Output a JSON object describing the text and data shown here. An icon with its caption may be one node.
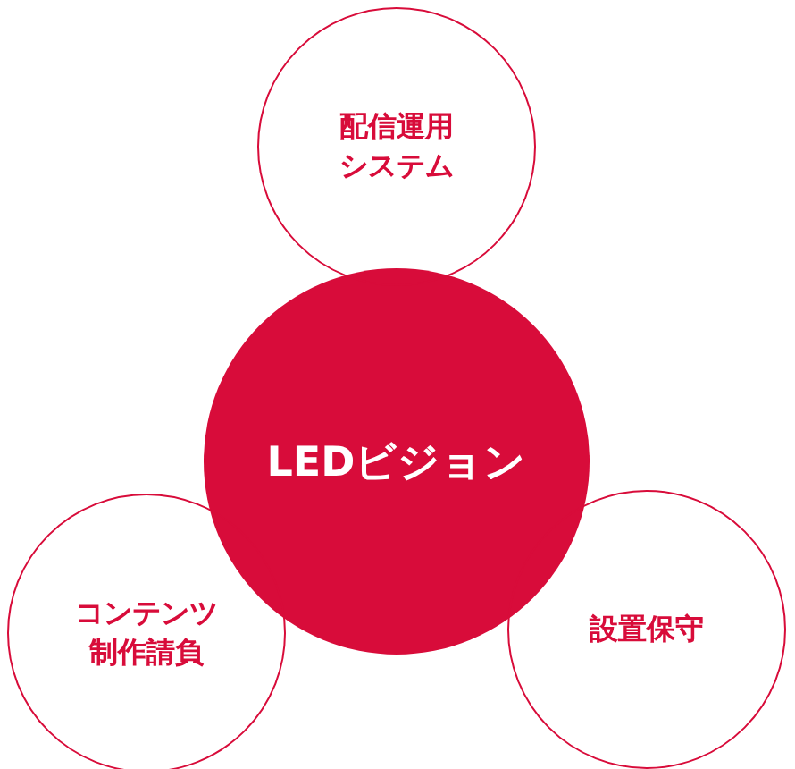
{
  "diagram": {
    "nodes": [
      {
        "text": [
          "配信運用システム"
        ]
      },
      {
        "text": [
          "LEDビジョン"
        ]
      },
      {
        "text": [
          "コンテンツ制作請負"
        ]
      },
      {
        "text": [
          "設置保守"
        ]
      }
    ]
  }
}
